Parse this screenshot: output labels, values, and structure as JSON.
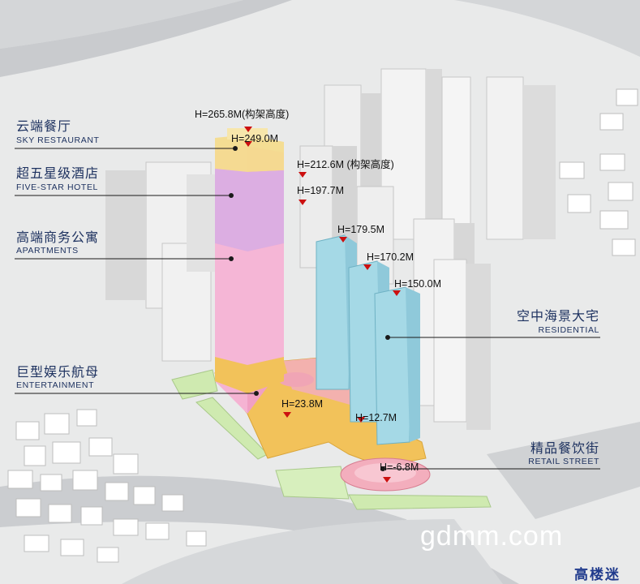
{
  "zones": [
    {
      "id": "sky",
      "cn": "云端餐厅",
      "en": "SKY RESTAURANT"
    },
    {
      "id": "hotel",
      "cn": "超五星级酒店",
      "en": "FIVE-STAR HOTEL"
    },
    {
      "id": "apartments",
      "cn": "高端商务公寓",
      "en": "APARTMENTS"
    },
    {
      "id": "entertainment",
      "cn": "巨型娱乐航母",
      "en": "ENTERTAINMENT"
    },
    {
      "id": "residential",
      "cn": "空中海景大宅",
      "en": "RESIDENTIAL"
    },
    {
      "id": "retail",
      "cn": "精品餐饮街",
      "en": "RETAIL STREET"
    }
  ],
  "heights": [
    "H=265.8M(构架高度)",
    "H=249.0M",
    "H=212.6M (构架高度)",
    "H=197.7M",
    "H=179.5M",
    "H=170.2M",
    "H=150.0M",
    "H=23.8M",
    "H=12.7M",
    "H=-6.8M"
  ],
  "watermark": "gdmm.com",
  "logo": "高楼迷",
  "colors": {
    "label_text": "#1e3260",
    "sky": "#f4dc8e",
    "hotel": "#dcaee2",
    "apartments": "#f5b3d3",
    "entertainment": "#f2c25a",
    "residential": "#a5d9e6",
    "retail": "#f3aebd",
    "marker": "#cc1010",
    "green": "#cfeab0"
  }
}
